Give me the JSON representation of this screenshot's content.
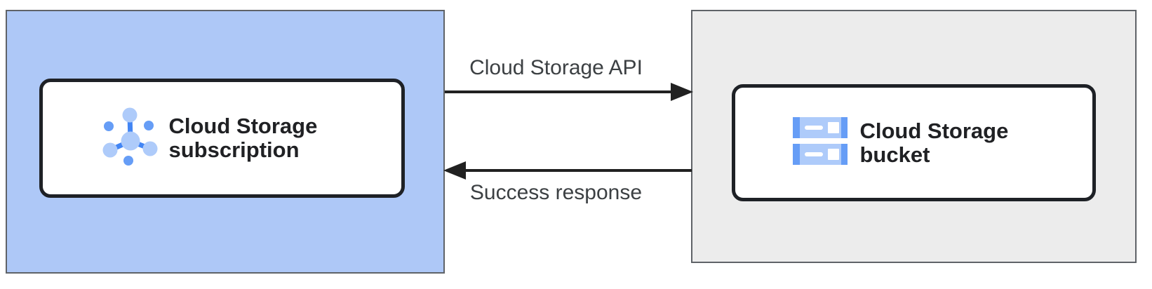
{
  "diagram": {
    "nodes": {
      "subscription": {
        "label": "Cloud Storage subscription",
        "icon": "pubsub-icon"
      },
      "bucket": {
        "label": "Cloud Storage bucket",
        "icon": "cloud-storage-icon"
      }
    },
    "arrows": {
      "request": {
        "label": "Cloud Storage API",
        "direction": "right"
      },
      "response": {
        "label": "Success response",
        "direction": "left"
      }
    },
    "colors": {
      "zone_blue": "#AEC8F7",
      "zone_gray": "#ECECEC",
      "zone_border": "#5F6368",
      "node_border": "#1E2126",
      "label_text": "#202124",
      "arrow_label_text": "#3C4043",
      "arrow": "#212121",
      "icon_light_blue": "#AECBFA",
      "icon_blue": "#669DF6",
      "icon_dark_blue": "#4285F4"
    }
  }
}
